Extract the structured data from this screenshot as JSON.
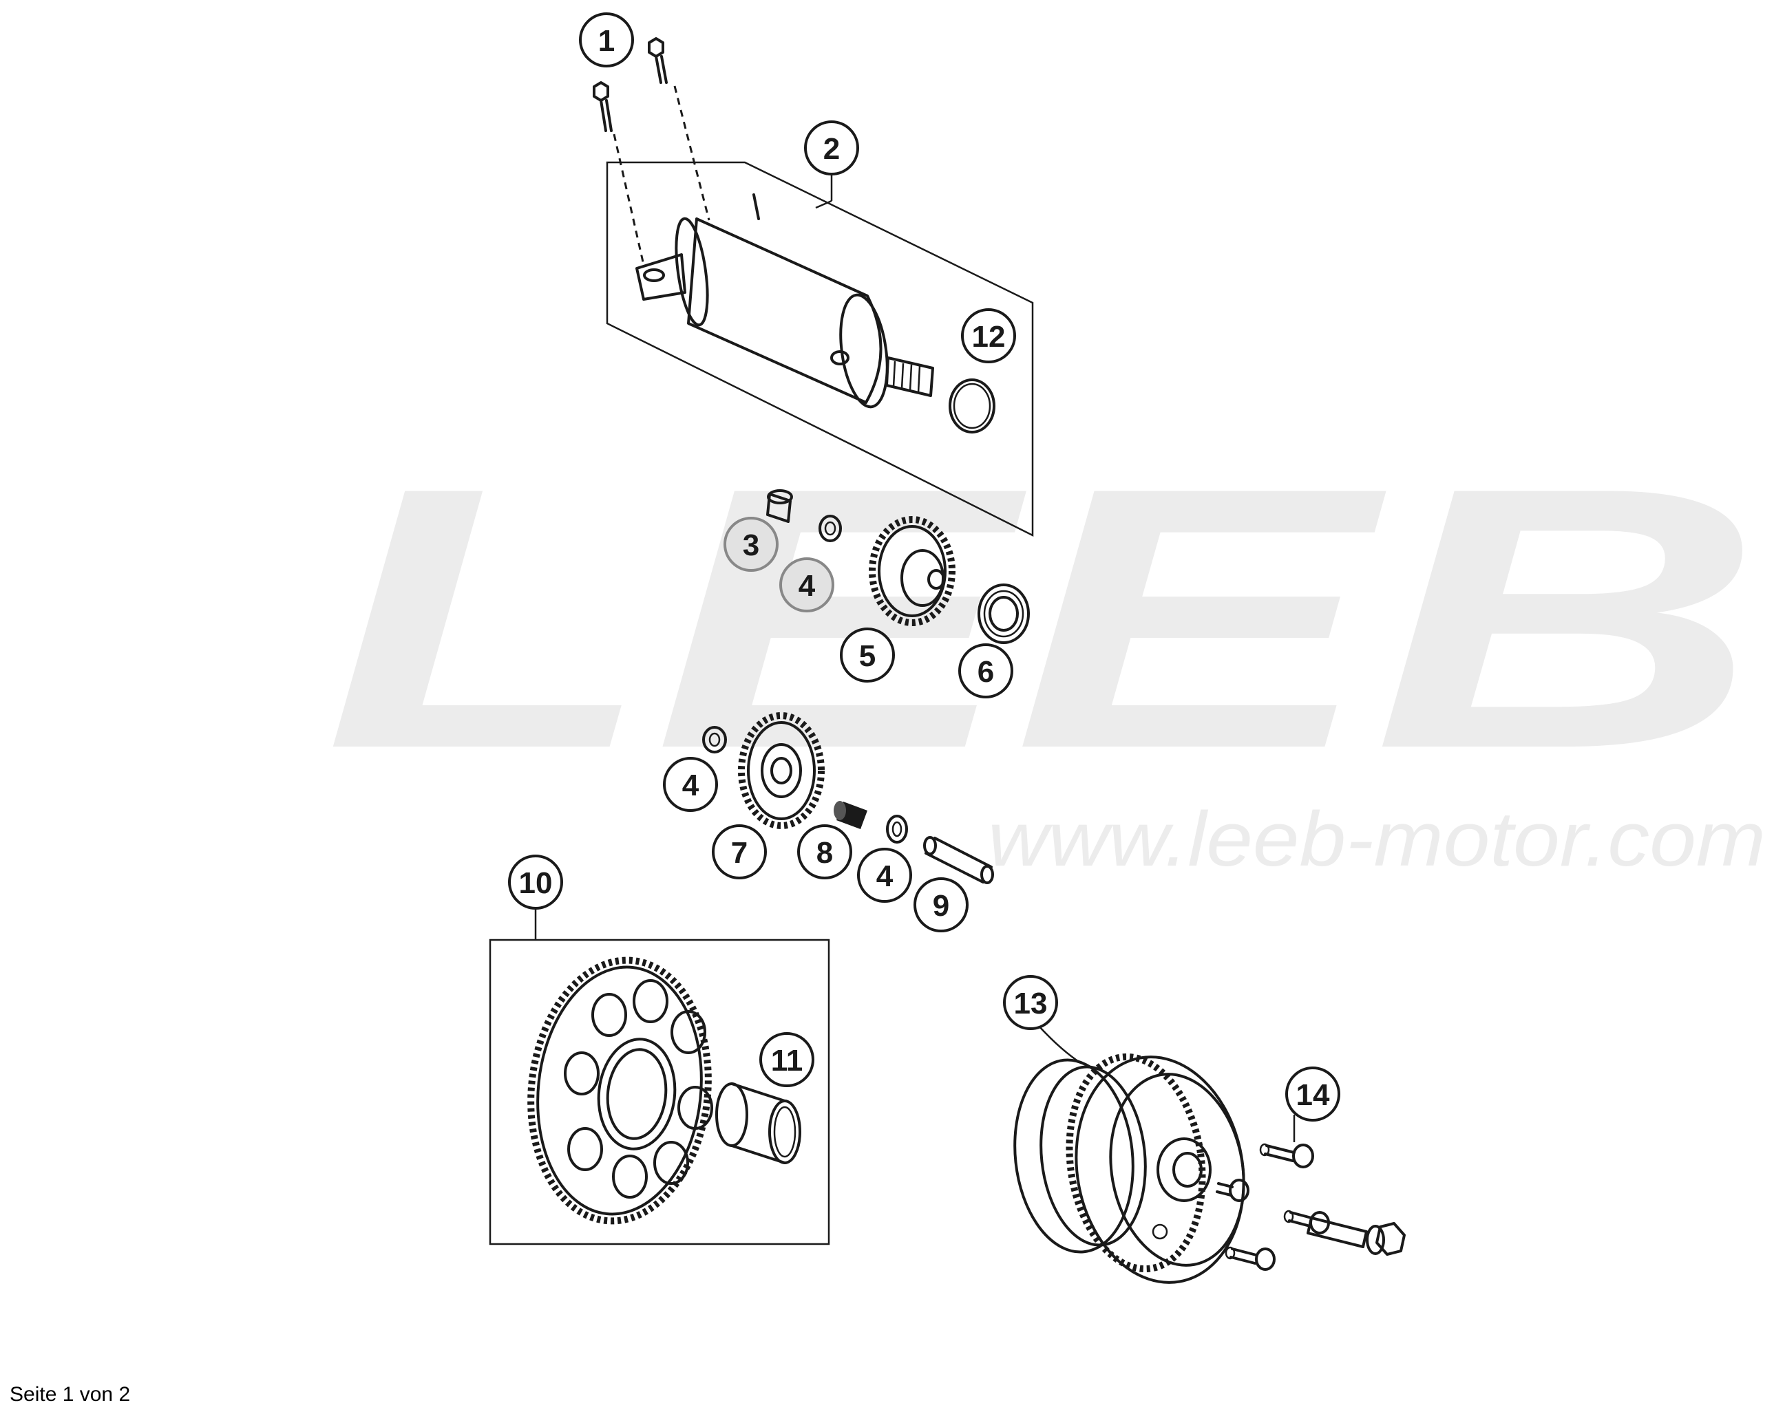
{
  "watermark": {
    "brand": "LEEB",
    "url": "www.leeb-motor.com",
    "color": "#ececec"
  },
  "callouts": [
    {
      "id": "c1",
      "label": "1",
      "shaded": false
    },
    {
      "id": "c2",
      "label": "2",
      "shaded": false
    },
    {
      "id": "c3",
      "label": "3",
      "shaded": true
    },
    {
      "id": "c4a",
      "label": "4",
      "shaded": true
    },
    {
      "id": "c5",
      "label": "5",
      "shaded": false
    },
    {
      "id": "c6",
      "label": "6",
      "shaded": false
    },
    {
      "id": "c4b",
      "label": "4",
      "shaded": false
    },
    {
      "id": "c7",
      "label": "7",
      "shaded": false
    },
    {
      "id": "c8",
      "label": "8",
      "shaded": false
    },
    {
      "id": "c4c",
      "label": "4",
      "shaded": false
    },
    {
      "id": "c9",
      "label": "9",
      "shaded": false
    },
    {
      "id": "c10",
      "label": "10",
      "shaded": false
    },
    {
      "id": "c11",
      "label": "11",
      "shaded": false
    },
    {
      "id": "c12",
      "label": "12",
      "shaded": false
    },
    {
      "id": "c13",
      "label": "13",
      "shaded": false
    },
    {
      "id": "c14",
      "label": "14",
      "shaded": false
    }
  ],
  "colors": {
    "line": "#1a1a1a",
    "shaded_callout": "#e2e2e2"
  },
  "footer": {
    "page_label": "Seite 1 von 2"
  }
}
